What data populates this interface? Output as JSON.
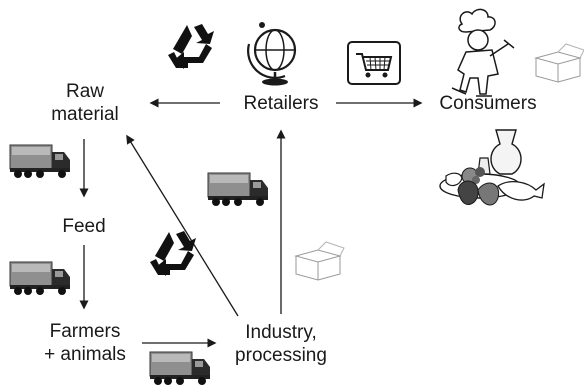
{
  "nodes": {
    "raw_material": [
      "Raw",
      "material"
    ],
    "retailers": "Retailers",
    "consumers": "Consumers",
    "feed": "Feed",
    "farmers": [
      "Farmers",
      "+ animals"
    ],
    "industry": [
      "Industry,",
      "processing"
    ]
  },
  "icons": [
    "recycle-icon",
    "globe-icon",
    "shopping-cart-icon",
    "chef-icon",
    "box-icon",
    "truck-icon",
    "food-icon"
  ],
  "colors": {
    "ink": "#1a1a1a",
    "truck_body": "#8a8a8a",
    "recycle": "#111111"
  }
}
